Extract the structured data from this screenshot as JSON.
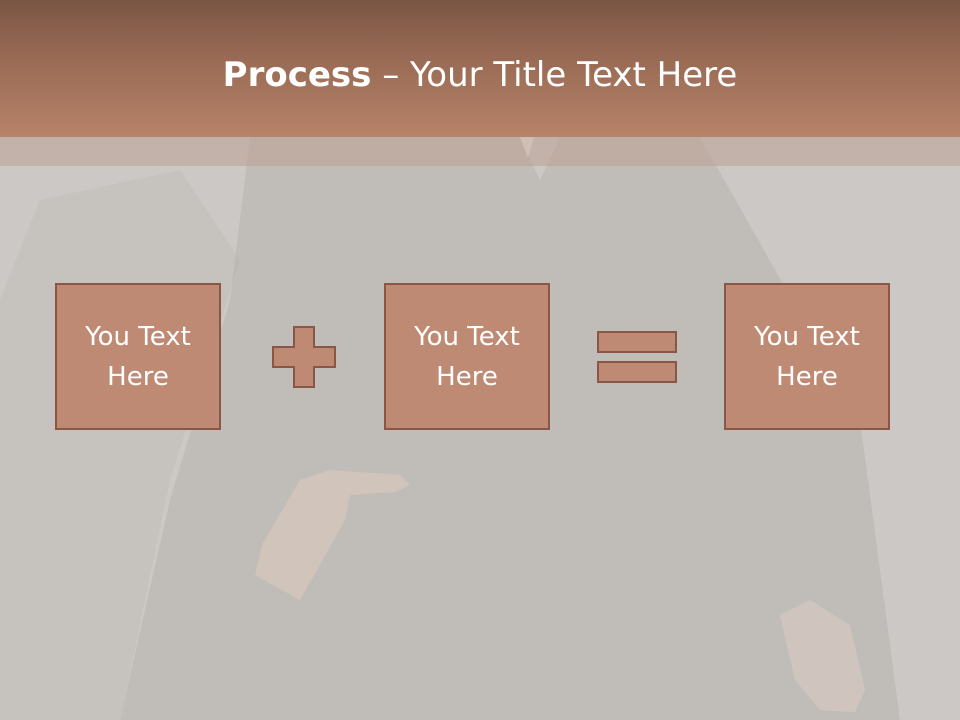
{
  "slide": {
    "title_bold": "Process",
    "title_dash": " – ",
    "title_rest": "Your Title Text Here"
  },
  "process": {
    "boxes": [
      {
        "text": "You Text Here"
      },
      {
        "text": "You Text Here"
      },
      {
        "text": "You Text Here"
      }
    ],
    "operators": [
      "plus",
      "equals"
    ]
  },
  "colors": {
    "header_top": "#7b5644",
    "header_bottom": "#b78369",
    "box_fill": "#bf8a74",
    "box_border": "#8a5747",
    "background": "#cbc8c5"
  }
}
